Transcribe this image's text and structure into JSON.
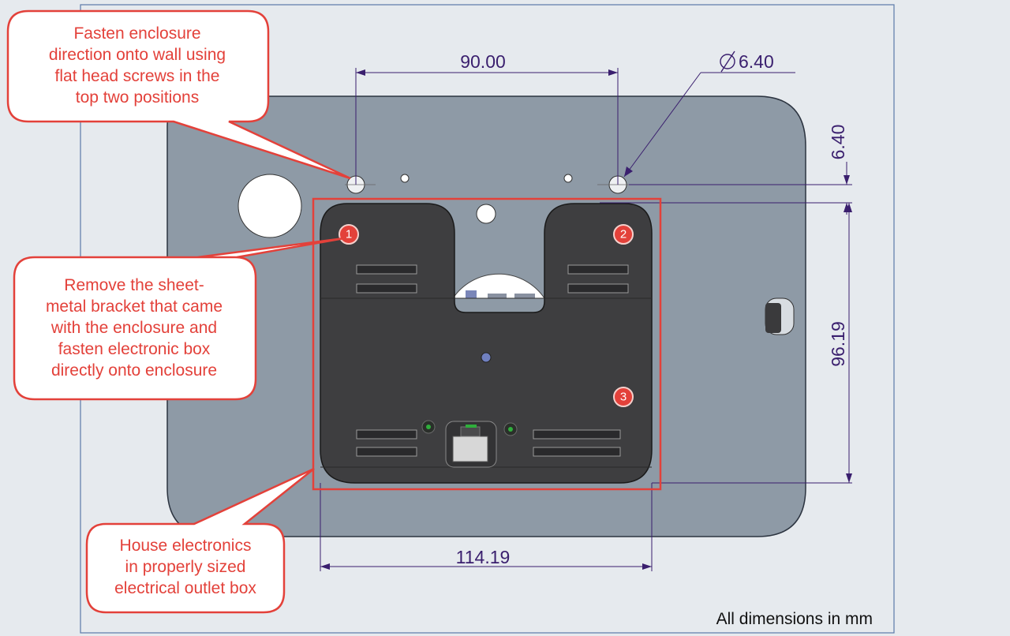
{
  "dimensions": {
    "top_width": "90.00",
    "hole_diameter": "6.40",
    "hole_offset": "6.40",
    "height": "96.19",
    "box_width": "114.19"
  },
  "notes": {
    "top": [
      "Fasten enclosure",
      "direction onto wall using",
      "flat head screws in the",
      "top two positions"
    ],
    "middle": [
      "Remove the sheet-",
      "metal bracket that came",
      "with the enclosure and",
      "fasten electronic box",
      "directly onto enclosure"
    ],
    "bottom": [
      "House electronics",
      "in properly sized",
      "electrical outlet box"
    ]
  },
  "markers": [
    "1",
    "2",
    "3"
  ],
  "footer": "All dimensions in mm",
  "colors": {
    "background": "#e6eaee",
    "plate": "#8e9aa6",
    "box": "#3e3e40",
    "highlight": "#e3413a",
    "dimension": "#3a1f6e"
  }
}
